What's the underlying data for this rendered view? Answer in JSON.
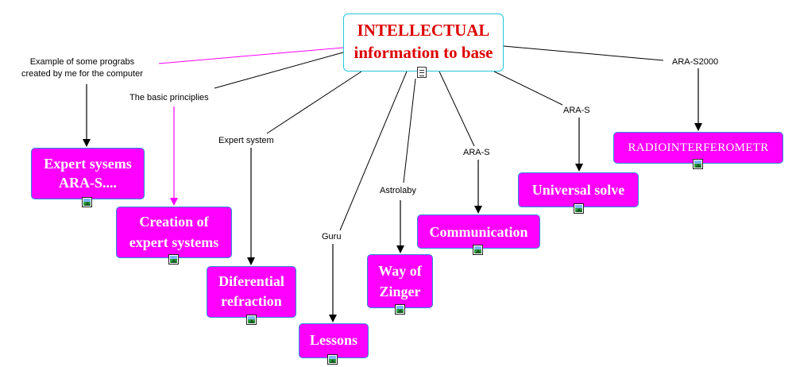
{
  "root": {
    "line1": "INTELLECTUAL",
    "line2": "information to base",
    "icon": "document-icon"
  },
  "labels": {
    "example_line1": "Example of some prograbs",
    "example_line2": "created by me for the computer",
    "basic_principles": "The basic principlies",
    "expert_system": "Expert system",
    "guru": "Guru",
    "astrolaby": "Astrolaby",
    "ara_s_1": "ARA-S",
    "ara_s_2": "ARA-S",
    "ara_s2000": "ARA-S2000"
  },
  "nodes": {
    "expert_sysems": {
      "line1": "Expert sysems",
      "line2": "ARA-S...."
    },
    "creation": {
      "line1": "Creation of",
      "line2": "expert systems"
    },
    "diferential": {
      "line1": "Diferential",
      "line2": "refraction"
    },
    "lessons": {
      "line1": "Lessons"
    },
    "way_of_zinger": {
      "line1": "Way of",
      "line2": "Zinger"
    },
    "communication": {
      "line1": "Communication"
    },
    "universal_solve": {
      "line1": "Universal  solve"
    },
    "radiointerferometr": {
      "line1": "RADIOINTERFEROMETR"
    }
  },
  "colors": {
    "node_fill": "#ff00ff",
    "node_border": "#2b8ed8",
    "root_border": "#22c6d8",
    "root_text": "#dd0000",
    "link_magenta": "#ff00ff",
    "link_black": "#000000"
  }
}
